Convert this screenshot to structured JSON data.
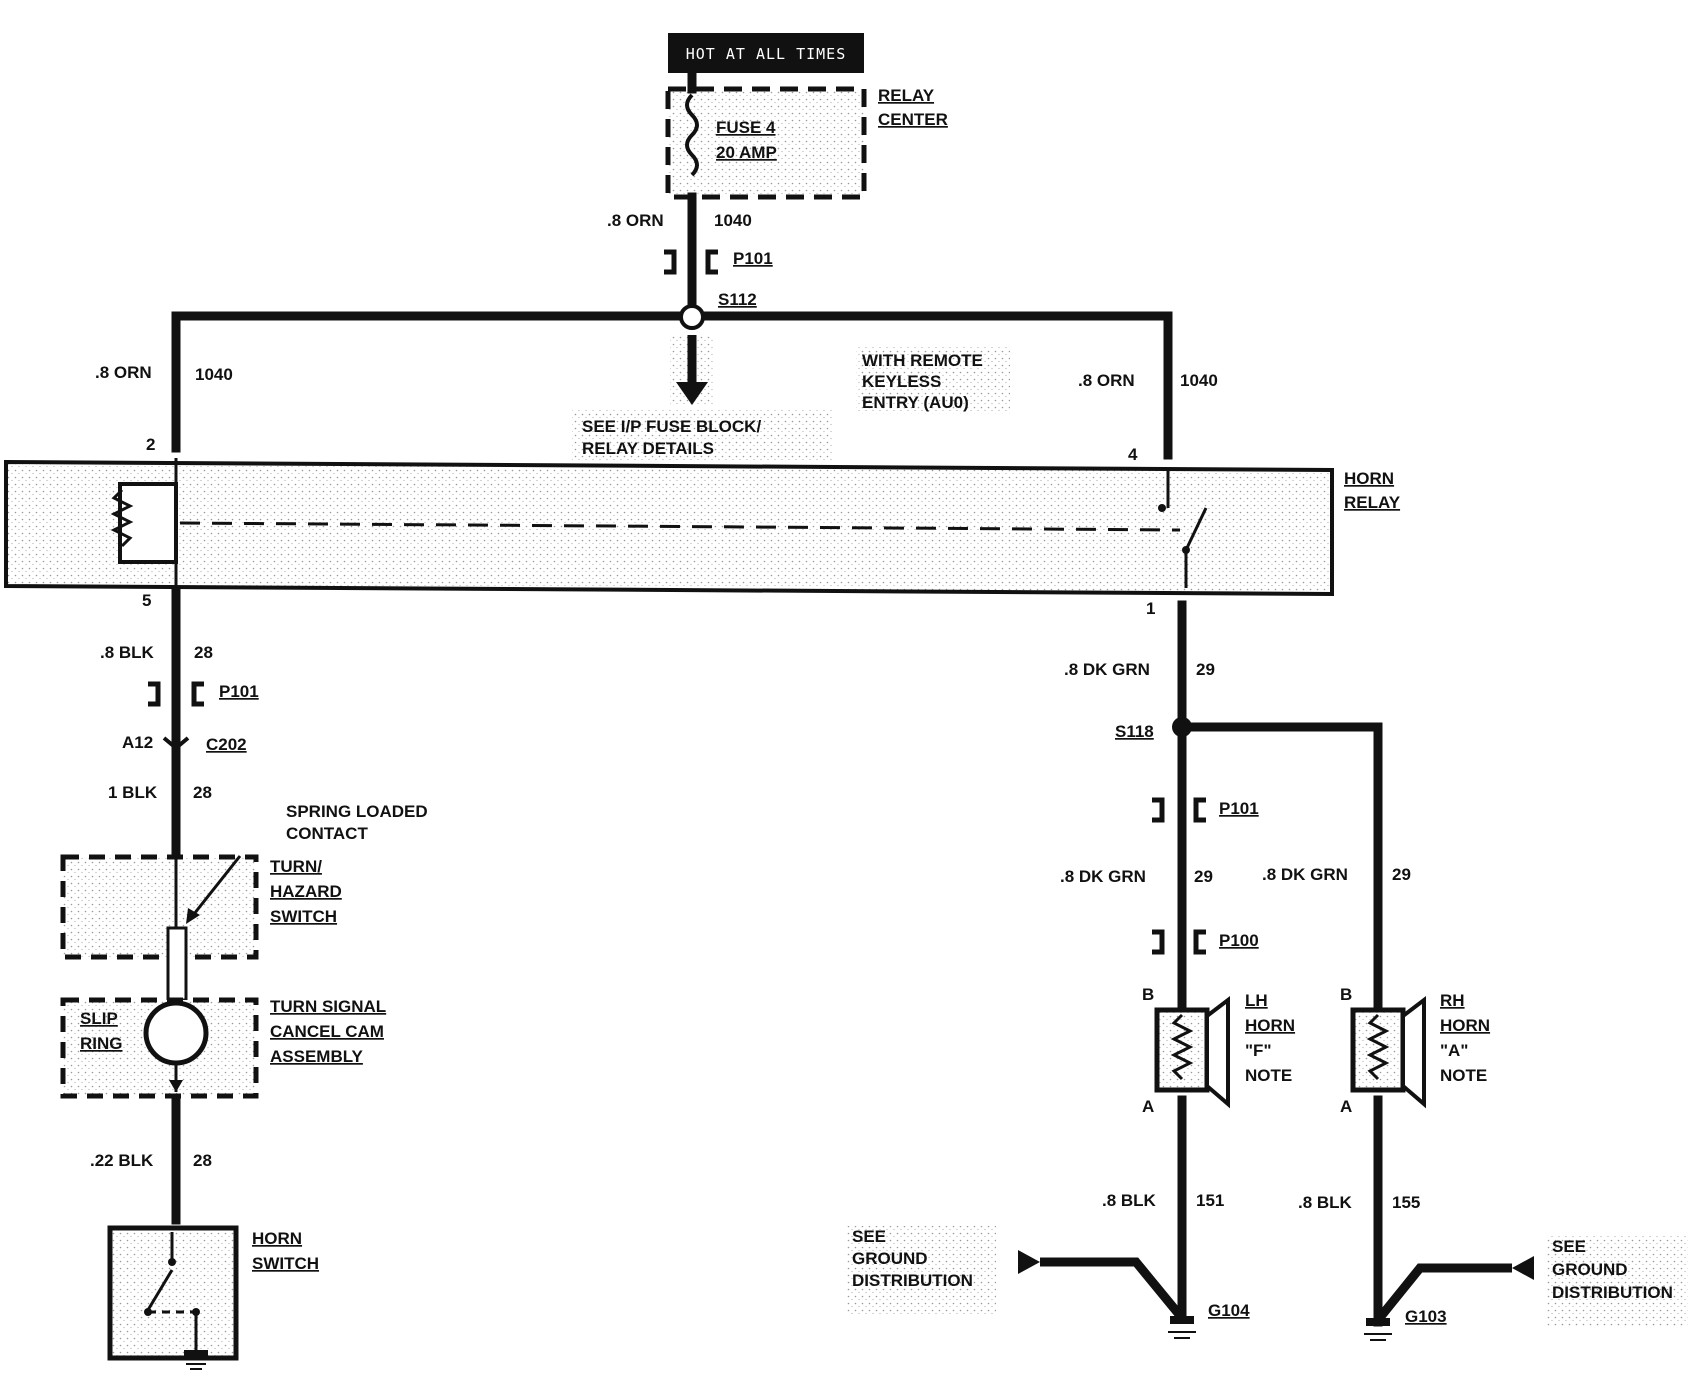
{
  "supply": {
    "hot_label": "HOT AT ALL TIMES"
  },
  "relay_center": {
    "line1": "RELAY",
    "line2": "CENTER",
    "fuse_line1": "FUSE 4",
    "fuse_line2": "20 AMP"
  },
  "wires": {
    "top_color": ".8 ORN",
    "top_circuit": "1040",
    "left_color": ".8 ORN",
    "left_circuit": "1040",
    "right_color": ".8 ORN",
    "right_circuit": "1040",
    "coil_out_color": ".8 BLK",
    "coil_out_circuit": "28",
    "c202_color": "1 BLK",
    "c202_circuit": "28",
    "switch_color": ".22 BLK",
    "switch_circuit": "28",
    "relay_out_color": ".8 DK GRN",
    "relay_out_circuit": "29",
    "lh_color": ".8 DK GRN",
    "lh_circuit": "29",
    "rh_color": ".8 DK GRN",
    "rh_circuit": "29",
    "lh_gnd_color": ".8 BLK",
    "lh_gnd_circuit": "151",
    "rh_gnd_color": ".8 BLK",
    "rh_gnd_circuit": "155"
  },
  "connectors": {
    "p101": "P101",
    "p100": "P100",
    "c202": "C202",
    "a12": "A12"
  },
  "splices": {
    "s112": "S112",
    "s118": "S118"
  },
  "notes": {
    "see_ip_line1": "SEE I/P FUSE BLOCK/",
    "see_ip_line2": "RELAY DETAILS",
    "rke_line1": "WITH REMOTE",
    "rke_line2": "KEYLESS",
    "rke_line3": "ENTRY (AU0)"
  },
  "horn_relay": {
    "line1": "HORN",
    "line2": "RELAY",
    "pin_2": "2",
    "pin_4": "4",
    "pin_5": "5",
    "pin_1": "1"
  },
  "turn_hazard": {
    "line1": "TURN/",
    "line2": "HAZARD",
    "line3": "SWITCH",
    "contact_line1": "SPRING LOADED",
    "contact_line2": "CONTACT"
  },
  "cancel_cam": {
    "line1": "TURN SIGNAL",
    "line2": "CANCEL CAM",
    "line3": "ASSEMBLY",
    "slip1": "SLIP",
    "slip2": "RING"
  },
  "horn_switch": {
    "line1": "HORN",
    "line2": "SWITCH"
  },
  "lh_horn": {
    "line1": "LH",
    "line2": "HORN",
    "line3": "\"F\"",
    "line4": "NOTE",
    "pin_b": "B",
    "pin_a": "A"
  },
  "rh_horn": {
    "line1": "RH",
    "line2": "HORN",
    "line3": "\"A\"",
    "line4": "NOTE",
    "pin_b": "B",
    "pin_a": "A"
  },
  "grounds": {
    "g104": "G104",
    "g103": "G103",
    "see_left1": "SEE",
    "see_left2": "GROUND",
    "see_left3": "DISTRIBUTION",
    "see_right1": "SEE",
    "see_right2": "GROUND",
    "see_right3": "DISTRIBUTION"
  }
}
